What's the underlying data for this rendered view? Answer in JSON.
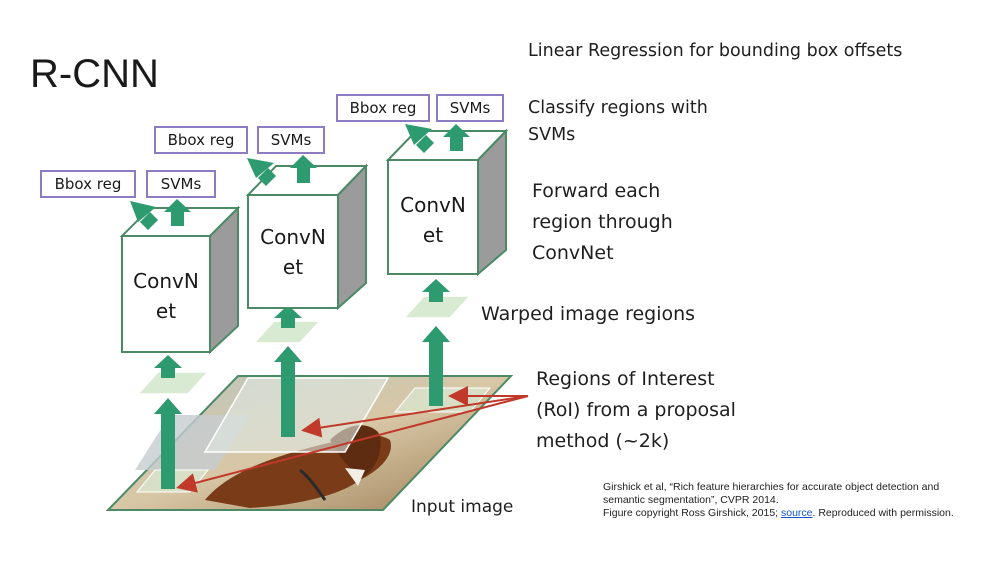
{
  "title": "R-CNN",
  "notes": {
    "linear_regression": "Linear Regression for bounding box offsets",
    "classify_line1": "Classify regions with",
    "classify_line2": "SVMs",
    "forward_line1": "Forward each",
    "forward_line2": "region through",
    "forward_line3": "ConvNet",
    "warped": "Warped image regions",
    "roi_line1": "Regions of Interest",
    "roi_line2": "(RoI) from a proposal",
    "roi_line3": "method (~2k)",
    "input_image": "Input image"
  },
  "columns": [
    {
      "bbox_label": "Bbox reg",
      "svm_label": "SVMs",
      "convnet_line1": "ConvN",
      "convnet_line2": "et"
    },
    {
      "bbox_label": "Bbox reg",
      "svm_label": "SVMs",
      "convnet_line1": "ConvN",
      "convnet_line2": "et"
    },
    {
      "bbox_label": "Bbox reg",
      "svm_label": "SVMs",
      "convnet_line1": "ConvN",
      "convnet_line2": "et"
    }
  ],
  "citation": {
    "line1": "Girshick et al, “Rich feature hierarchies for accurate object detection and",
    "line2": "semantic segmentation”, CVPR 2014.",
    "line3_prefix": "Figure copyright Ross Girshick, 2015;",
    "link_text": "source",
    "line3_suffix": ". Reproduced with permission."
  },
  "colors": {
    "arrow_green": "#2e9a6f",
    "box_border_green": "#4c8a66",
    "box_side_gray": "#9b9b9b",
    "label_border_purple": "#8e7cc3",
    "region_fill": "#d9ead3",
    "proposal_arrow_red": "#c0392b"
  }
}
